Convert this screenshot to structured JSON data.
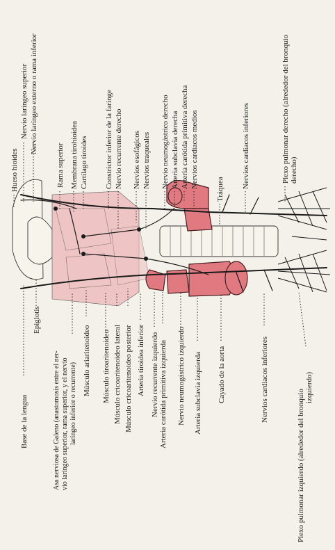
{
  "colors": {
    "background": "#f3f1ea",
    "artery": "#e07a80",
    "muscle": "#efc4c4",
    "nerve": "#1a1a1a"
  },
  "labels": {
    "right": {
      "hueso_hioides": "Hueso hioides",
      "nervio_laringeo_superior": "Nervio laríngeo superior",
      "nervio_laringeo_externo": "Nervio laríngeo externo o rama inferior",
      "rama_superior": "Rama superior",
      "membrana_tirohioidea": "Membrana tirohioidea",
      "cartilago_tiroides": "Cartílago tiroides",
      "constrictor_inferior": "Constrictor inferior de la faringe",
      "nervio_recurrente_derecho": "Nervio recurrente derecho",
      "nervios_esofagicos": "Nervios esofágicos",
      "nervios_traqueales": "Nervios traqueales",
      "nervio_neumogastrico_derecho": "Nervio neumogástrico derecho",
      "arteria_subclavia_derecha": "Arteria subclavia derecha",
      "arteria_carotida_primitiva_derecha": "Arteria carótida primitiva derecha",
      "nervios_cardiacos_medios": "Nervios cardiacos medios",
      "traquea": "Tráquea",
      "nervios_cardiacos_inferiores_der": "Nervios cardiacos inferiores",
      "plexo_pulmonar_derecho_1": "Plexo pulmonar derecho (alrededor del bronquio",
      "plexo_pulmonar_derecho_2": "derecho)"
    },
    "left": {
      "base_lengua": "Base de la lengua",
      "epiglotis": "Epiglotis",
      "asa_galeno_1": "Asa nerviosa de Galeno (anastomosis entre el ner-",
      "asa_galeno_2": "vio laríngeo superior, rama superior, y el nervio",
      "asa_galeno_3": "laríngeo inferior o recurrente)",
      "musculo_ariaritenoideo": "Músculo ariaritenoideo",
      "musculo_tiroaritenoideo": "Músculo tiroaritenoideo",
      "musculo_cricoaritenoideo_lateral": "Músculo cricoaritenoideo lateral",
      "musculo_cricoaritenoideo_posterior": "Músculo cricoaritenoideo posterior",
      "arteria_tiroidea_inferior": "Arteria tiroidea inferior",
      "nervio_recurrente_izquierdo": "Nervio recurrente izquierdo",
      "arteria_carotida_primitiva_izquierda": "Arteria carótida primitiva izquierda",
      "nervio_neumogastrico_izquierdo": "Nervio neumogástrico izquierdo",
      "arteria_subclavia_izquierda": "Arteria subclavia izquierda",
      "cayado_aorta": "Cayado de la aorta",
      "nervios_cardiacos_inferiores_izq": "Nervios cardiacos inferiores",
      "plexo_pulmonar_izquierdo_1": "Plexo pulmonar izquierdo (alrededor del bronquio",
      "plexo_pulmonar_izquierdo_2": "izquierdo)"
    }
  }
}
